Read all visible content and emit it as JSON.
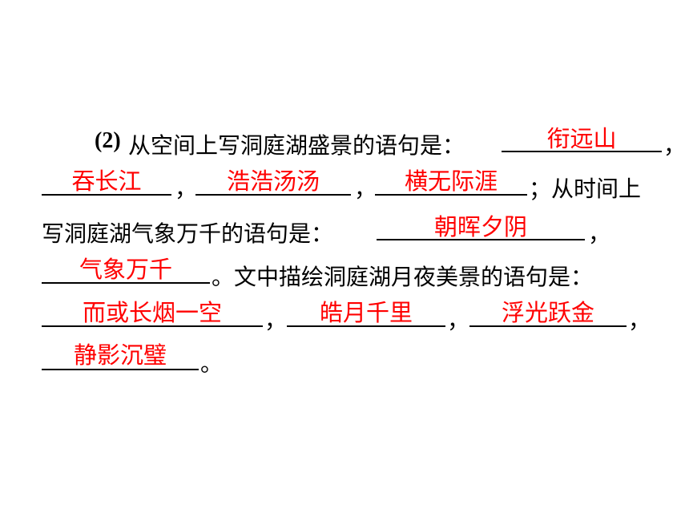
{
  "question": {
    "number": "(2)",
    "line1_text": "从空间上写洞庭湖盛景的语句是：",
    "comma": "，",
    "semicolon": "；",
    "line2_tail": "从时间上",
    "line3_text": "写洞庭湖气象万千的语句是：",
    "line4_text": "。文中描绘洞庭湖月夜美景的语句是：",
    "period": "。"
  },
  "answers": {
    "space": [
      "衔远山",
      "吞长江",
      "浩浩汤汤",
      "横无际涯"
    ],
    "time": [
      "朝晖夕阴",
      "气象万千"
    ],
    "moonlight": [
      "而或长烟一空",
      "皓月千里",
      "浮光跃金",
      "静影沉璧"
    ]
  },
  "colors": {
    "text": "#000000",
    "answer": "#ff0000"
  }
}
